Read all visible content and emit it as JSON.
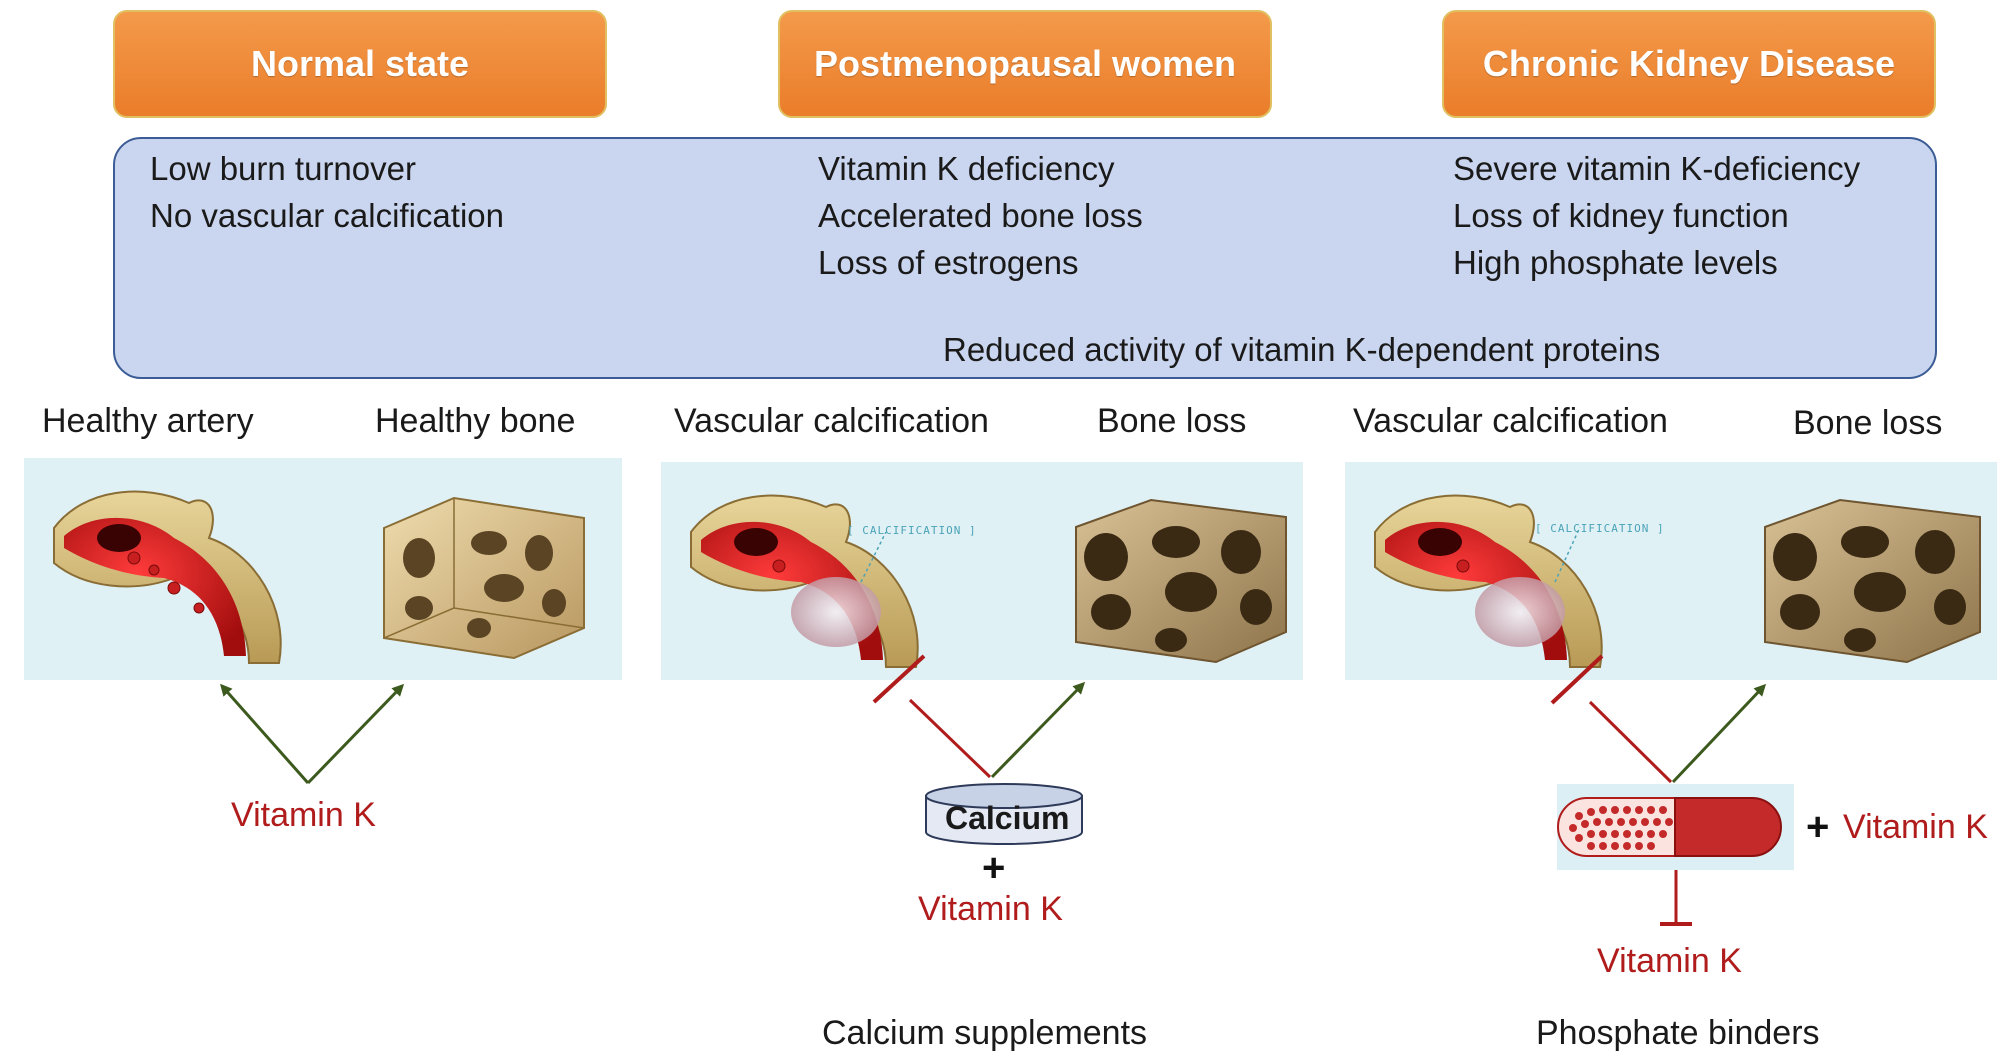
{
  "headers": {
    "normal": "Normal state",
    "postmeno": "Postmenopausal women",
    "ckd": "Chronic Kidney Disease"
  },
  "panel": {
    "normal": [
      "Low burn turnover",
      "No vascular calcification"
    ],
    "postmeno": [
      "Vitamin K deficiency",
      "Accelerated bone loss",
      "Loss of estrogens"
    ],
    "ckd": [
      "Severe vitamin K-deficiency",
      "Loss of kidney function",
      "High phosphate levels"
    ],
    "footer": "Reduced activity of vitamin K-dependent proteins"
  },
  "labels": {
    "healthy_artery": "Healthy artery",
    "healthy_bone": "Healthy bone",
    "vasc_calc_2": "Vascular calcification",
    "bone_loss_2": "Bone loss",
    "vasc_calc_3": "Vascular calcification",
    "bone_loss_3": "Bone loss"
  },
  "callouts": {
    "calc_2": "[ CALCIFICATION ]",
    "calc_3": "[ CALCIFICATION ]"
  },
  "bottom": {
    "vitk_1": "Vitamin K",
    "calcium": "Calcium",
    "plus_2": "+",
    "vitk_2": "Vitamin K",
    "plus_3": "+",
    "vitk_3a": "Vitamin K",
    "vitk_3b": "Vitamin K",
    "calcium_supplements": "Calcium supplements",
    "phosphate_binders": "Phosphate binders"
  },
  "colors": {
    "header_orange": "#ea7d2a",
    "panel_blue": "#cad6ef",
    "activate_green": "#3d5a1e",
    "inhibit_red": "#b01c1c",
    "image_bg": "#dff1f5"
  }
}
